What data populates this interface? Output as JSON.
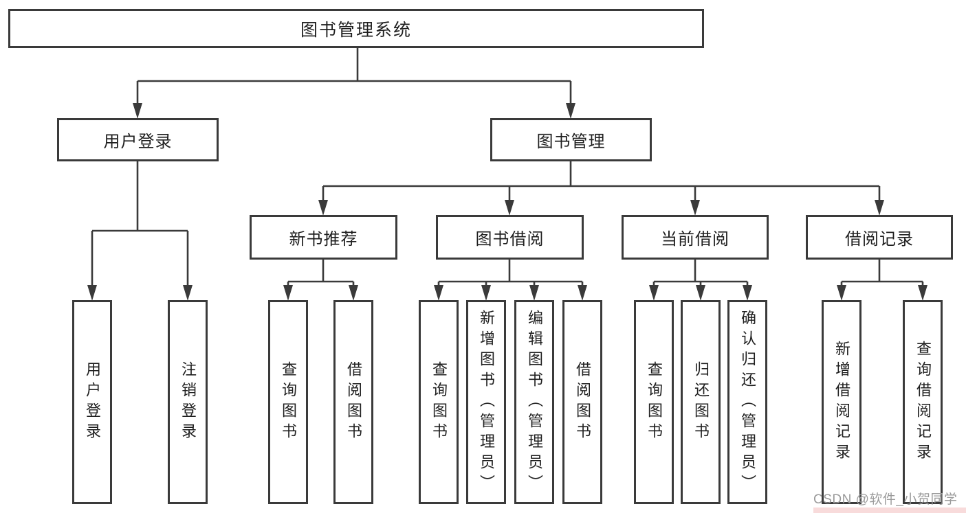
{
  "diagram_title": "图书管理系统",
  "tree": {
    "root": {
      "label": "图书管理系统"
    },
    "branches": [
      {
        "label": "用户登录",
        "children": [
          {
            "label": "用户登录"
          },
          {
            "label": "注销登录"
          }
        ]
      },
      {
        "label": "图书管理",
        "children": [
          {
            "label": "新书推荐",
            "children": [
              {
                "label": "查询图书"
              },
              {
                "label": "借阅图书"
              }
            ]
          },
          {
            "label": "图书借阅",
            "children": [
              {
                "label": "查询图书"
              },
              {
                "label": "新增图书（管理员）"
              },
              {
                "label": "编辑图书（管理员）"
              },
              {
                "label": "借阅图书"
              }
            ]
          },
          {
            "label": "当前借阅",
            "children": [
              {
                "label": "查询图书"
              },
              {
                "label": "归还图书"
              },
              {
                "label": "确认归还（管理员）"
              }
            ]
          },
          {
            "label": "借阅记录",
            "children": [
              {
                "label": "新增借阅记录"
              },
              {
                "label": "查询借阅记录"
              }
            ]
          }
        ]
      }
    ]
  },
  "watermark": {
    "text": "CSDN @软件_小贺同学"
  },
  "colors": {
    "line": "#3a3a3a",
    "box_border": "#3a3a3a",
    "box_fill": "#ffffff",
    "text": "#1f1f1f",
    "watermark_text": "#9a9a9a",
    "watermark_accent": "#f8dbdb",
    "background": "#ffffff"
  }
}
